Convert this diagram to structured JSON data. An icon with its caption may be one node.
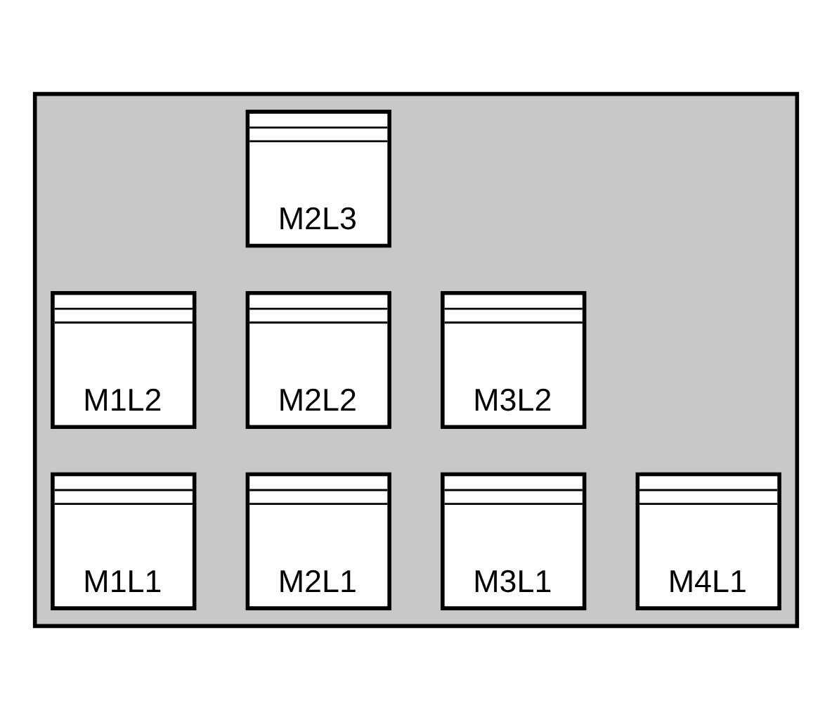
{
  "diagram": {
    "nodes": [
      {
        "text": [],
        "shape": "box"
      },
      {
        "text": [
          "M2L3"
        ],
        "in": 0
      },
      {
        "text": [
          "M1L2"
        ],
        "in": 0
      },
      {
        "text": [
          "M2L2"
        ],
        "in": 0
      },
      {
        "text": [
          "M3L2"
        ],
        "in": 0
      },
      {
        "text": [
          "M1L1"
        ],
        "in": 0
      },
      {
        "text": [
          "M2L1"
        ],
        "in": 0
      },
      {
        "text": [
          "M3L1"
        ],
        "in": 0
      },
      {
        "text": [
          "M4L1"
        ],
        "in": 0
      }
    ],
    "edges": []
  }
}
